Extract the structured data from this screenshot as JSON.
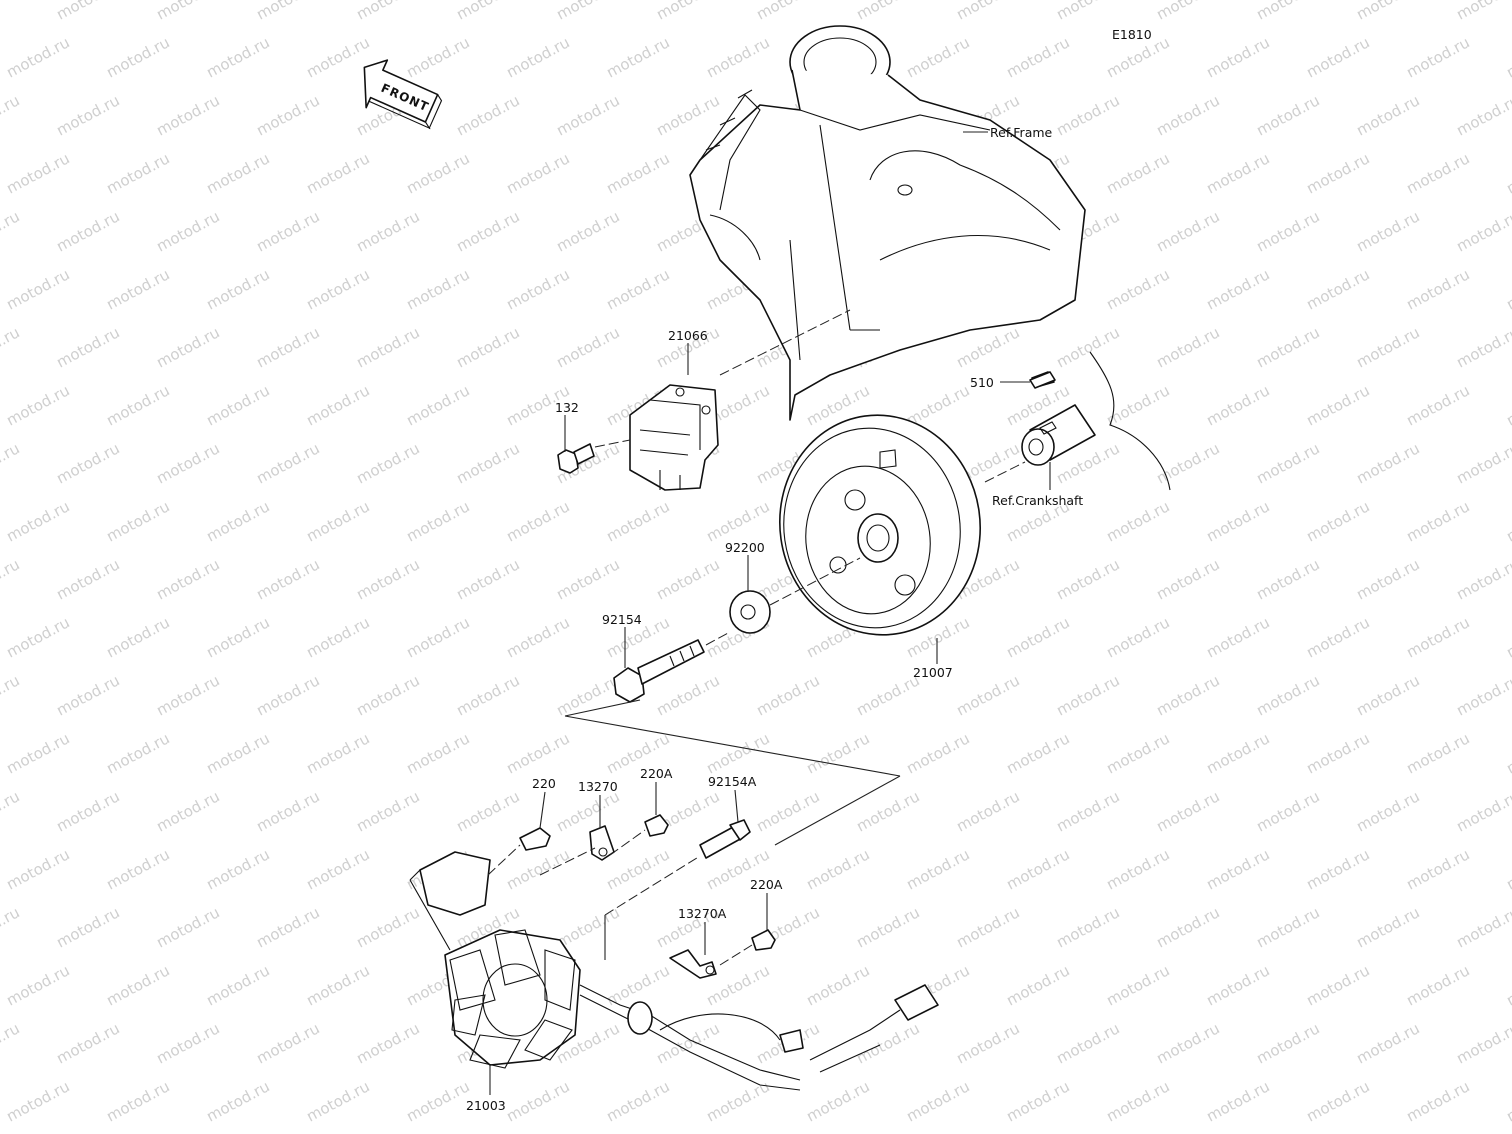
{
  "diagram": {
    "code": "E1810",
    "front_label": "FRONT",
    "watermark": "motod.ru",
    "references": {
      "frame": "Ref.Frame",
      "crankshaft": "Ref.Crankshaft"
    },
    "callouts": {
      "p21066": "21066",
      "p132": "132",
      "p510": "510",
      "p92200": "92200",
      "p92154": "92154",
      "p21007": "21007",
      "p220": "220",
      "p13270": "13270",
      "p220A_1": "220A",
      "p92154A": "92154A",
      "p220A_2": "220A",
      "p13270A": "13270A",
      "p21003": "21003"
    }
  }
}
